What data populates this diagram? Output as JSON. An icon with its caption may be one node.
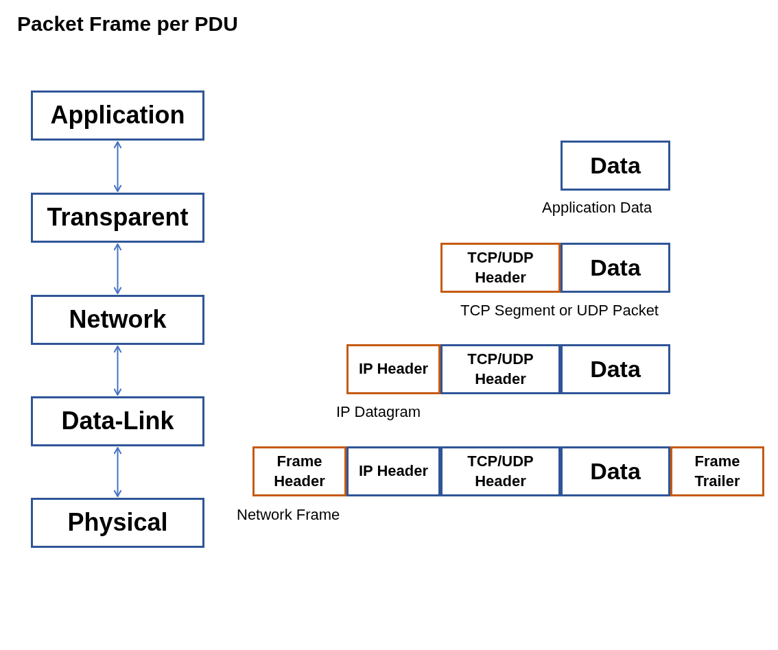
{
  "diagram": {
    "title": "Packet Frame per PDU",
    "nodes": [
      {
        "text": [
          "Application"
        ]
      },
      {
        "text": [
          "Transparent"
        ]
      },
      {
        "text": [
          "Network"
        ]
      },
      {
        "text": [
          "Data-Link"
        ]
      },
      {
        "text": [
          "Physical"
        ]
      },
      {
        "text": [
          "Data"
        ],
        "beside": [
          "Application Data"
        ]
      },
      {
        "text": [
          "TCP/UDP Header"
        ],
        "beside": [
          "TCP Segment or UDP Packet"
        ]
      },
      {
        "text": [
          "Data"
        ]
      },
      {
        "text": [
          "IP Header"
        ],
        "beside": [
          "IP Datagram"
        ]
      },
      {
        "text": [
          "TCP/UDP Header"
        ]
      },
      {
        "text": [
          "Data"
        ]
      },
      {
        "text": [
          "Frame Header"
        ],
        "beside": [
          "Network Frame"
        ]
      },
      {
        "text": [
          "IP Header"
        ]
      },
      {
        "text": [
          "TCP/UDP Header"
        ]
      },
      {
        "text": [
          "Data"
        ]
      },
      {
        "text": [
          "Frame Trailer"
        ]
      }
    ],
    "edges": [
      {
        "from": 0,
        "to": 1,
        "arrow": "both"
      },
      {
        "from": 1,
        "to": 2,
        "arrow": "both"
      },
      {
        "from": 2,
        "to": 3,
        "arrow": "both"
      },
      {
        "from": 3,
        "to": 4,
        "arrow": "both"
      }
    ]
  }
}
